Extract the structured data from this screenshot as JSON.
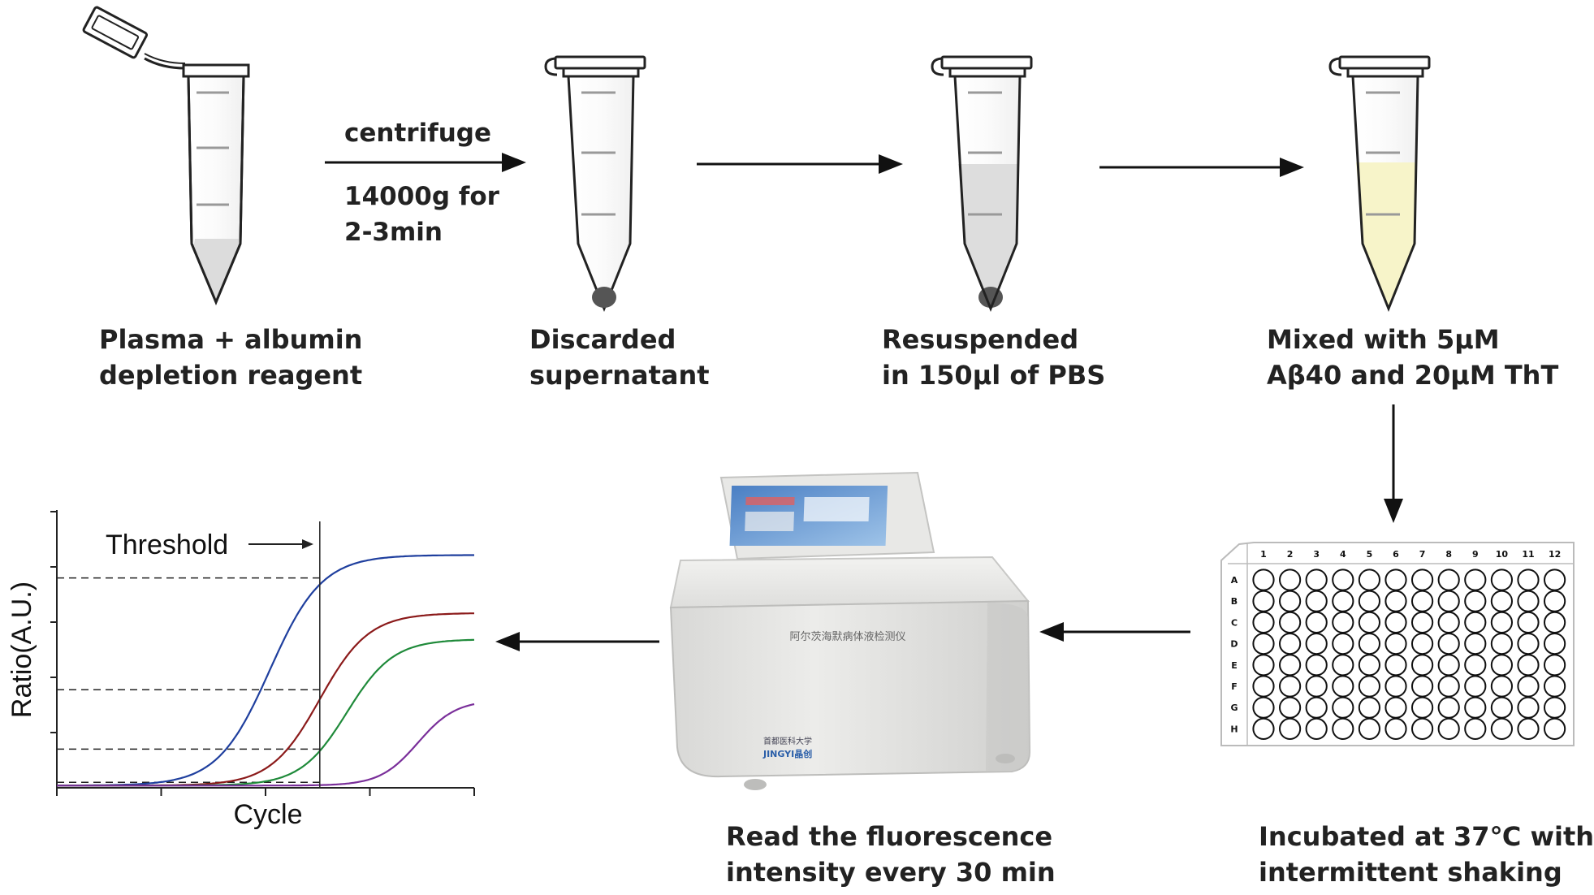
{
  "steps": [
    {
      "line1": "Plasma + albumin",
      "line2": "depletion reagent"
    },
    {
      "line1": "Discarded",
      "line2": "supernatant"
    },
    {
      "line1": "Resuspended",
      "line2": "in 150μl of PBS"
    },
    {
      "line1": "Mixed with 5μM",
      "line2": "Aβ40 and 20μM ThT"
    },
    {
      "line1": "Incubated at 37℃ with",
      "line2": "intermittent shaking"
    },
    {
      "line1": "Read the fluorescence",
      "line2": "intensity every 30 min"
    }
  ],
  "centrifuge": {
    "label": "centrifuge",
    "line1": "14000g for",
    "line2": "2-3min"
  },
  "plate": {
    "columns": [
      "1",
      "2",
      "3",
      "4",
      "5",
      "6",
      "7",
      "8",
      "9",
      "10",
      "11",
      "12"
    ],
    "rows": [
      "A",
      "B",
      "C",
      "D",
      "E",
      "F",
      "G",
      "H"
    ]
  },
  "device": {
    "label": "阿尔茨海默病体液检测仪",
    "brand_line1": "首都医科大学",
    "brand_line2": "JINGYI晶创"
  },
  "chart_data": {
    "type": "line",
    "title": "",
    "xlabel": "Cycle",
    "ylabel": "Ratio(A.U.)",
    "annotation": "Threshold",
    "xlim": [
      0,
      1
    ],
    "ylim": [
      0,
      1
    ],
    "threshold_x": 0.63,
    "threshold_levels": [
      0.76,
      0.355,
      0.14,
      0.02
    ],
    "series": [
      {
        "color": "#1f3f9e",
        "plateau": 0.835,
        "midpoint": 0.51,
        "steepness": 16
      },
      {
        "color": "#8b1a1a",
        "plateau": 0.625,
        "midpoint": 0.63,
        "steepness": 17
      },
      {
        "color": "#1f8a3a",
        "plateau": 0.53,
        "midpoint": 0.695,
        "steepness": 18
      },
      {
        "color": "#7a2f9a",
        "plateau": 0.31,
        "midpoint": 0.865,
        "steepness": 22
      }
    ],
    "grid": false,
    "legend": "none"
  }
}
